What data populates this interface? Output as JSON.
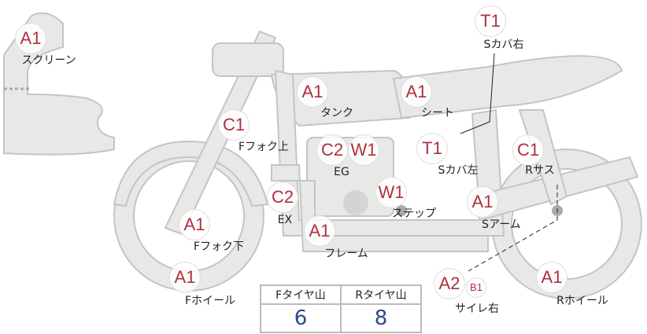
{
  "parts": [
    {
      "badge": "A1",
      "label": "スクリーン"
    },
    {
      "badge": "T1",
      "label": "Sカバ右"
    },
    {
      "badge": "A1",
      "label": "タンク"
    },
    {
      "badge": "A1",
      "label": "シート"
    },
    {
      "badge": "C1",
      "label": "Fフォク上"
    },
    {
      "badge": "C2",
      "badge2": "W1",
      "label": "EG"
    },
    {
      "badge": "T1",
      "label": "Sカバ左"
    },
    {
      "badge": "C1",
      "label": "Rサス"
    },
    {
      "badge": "W1",
      "label": "ステップ"
    },
    {
      "badge": "C2",
      "label": "EX"
    },
    {
      "badge": "A1",
      "label": "Sアーム"
    },
    {
      "badge": "A1",
      "label": "Fフォク下"
    },
    {
      "badge": "A1",
      "label": "フレーム"
    },
    {
      "badge": "A1",
      "label": "Fホイール"
    },
    {
      "badge": "A2",
      "badge2": "B1",
      "label": "サイレ右"
    },
    {
      "badge": "A1",
      "label": "Rホイール"
    }
  ],
  "tires": {
    "front_label": "Fタイヤ山",
    "rear_label": "Rタイヤ山",
    "front_value": "6",
    "rear_value": "8"
  }
}
